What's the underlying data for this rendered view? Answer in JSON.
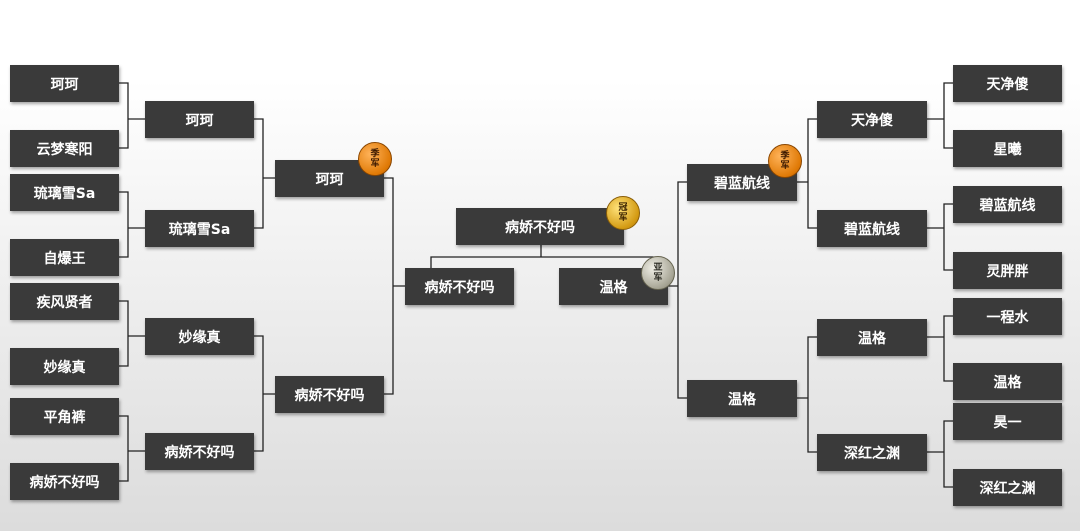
{
  "left": {
    "r1": [
      "珂珂",
      "云梦寒阳",
      "琉璃雪Sa",
      "自爆王",
      "疾风贤者",
      "妙缘真",
      "平角裤",
      "病娇不好吗"
    ],
    "r2": [
      "珂珂",
      "琉璃雪Sa",
      "妙缘真",
      "病娇不好吗"
    ],
    "r3": [
      "珂珂",
      "病娇不好吗"
    ],
    "semi": "病娇不好吗"
  },
  "right": {
    "r1": [
      "天净傻",
      "星曦",
      "碧蓝航线",
      "灵胖胖",
      "一程水",
      "温格",
      "昊一",
      "深红之渊"
    ],
    "r2": [
      "天净傻",
      "碧蓝航线",
      "温格",
      "深红之渊"
    ],
    "r3": [
      "碧蓝航线",
      "温格"
    ],
    "semi": "温格"
  },
  "champion": "病娇不好吗",
  "medals": {
    "champion": [
      "冠",
      "军"
    ],
    "runner_up": [
      "亚",
      "军"
    ],
    "third": [
      "季",
      "军"
    ]
  },
  "colors": {
    "box": "#3a3a3a",
    "line": "#222222",
    "gold": "#d39a12",
    "silver": "#a6a494",
    "bronze": "#e07a06"
  }
}
